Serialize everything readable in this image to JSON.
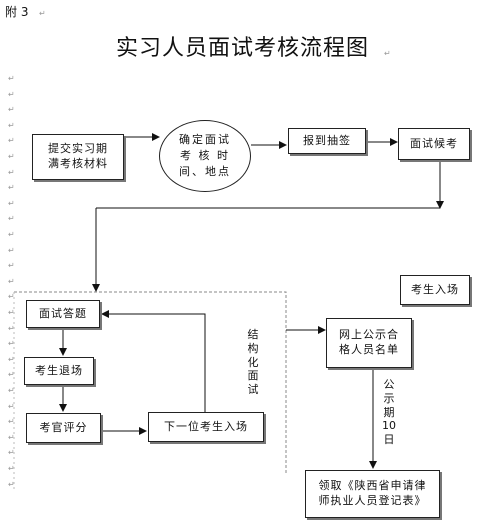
{
  "header": {
    "attachment_label": "附 3",
    "title": "实习人员面试考核流程图"
  },
  "editor": {
    "paragraph_mark": "↵"
  },
  "nodes": {
    "submit": [
      "提交实习期",
      "满考核材料"
    ],
    "confirm": [
      "确定面试",
      "考 核 时",
      "间、地点"
    ],
    "checkin": "报到抽签",
    "waiting": "面试候考",
    "questions": "面试答题",
    "exit": "考生退场",
    "score": "考官评分",
    "next_candidate": "下一位考生入场",
    "candidate_enter": "考生入场",
    "publish": [
      "网上公示合",
      "格人员名单"
    ],
    "collect": [
      "领取《陕西省申请律",
      "师执业人员登记表》"
    ]
  },
  "labels": {
    "structured": "结构化面试",
    "publicity": "公示期10日"
  }
}
